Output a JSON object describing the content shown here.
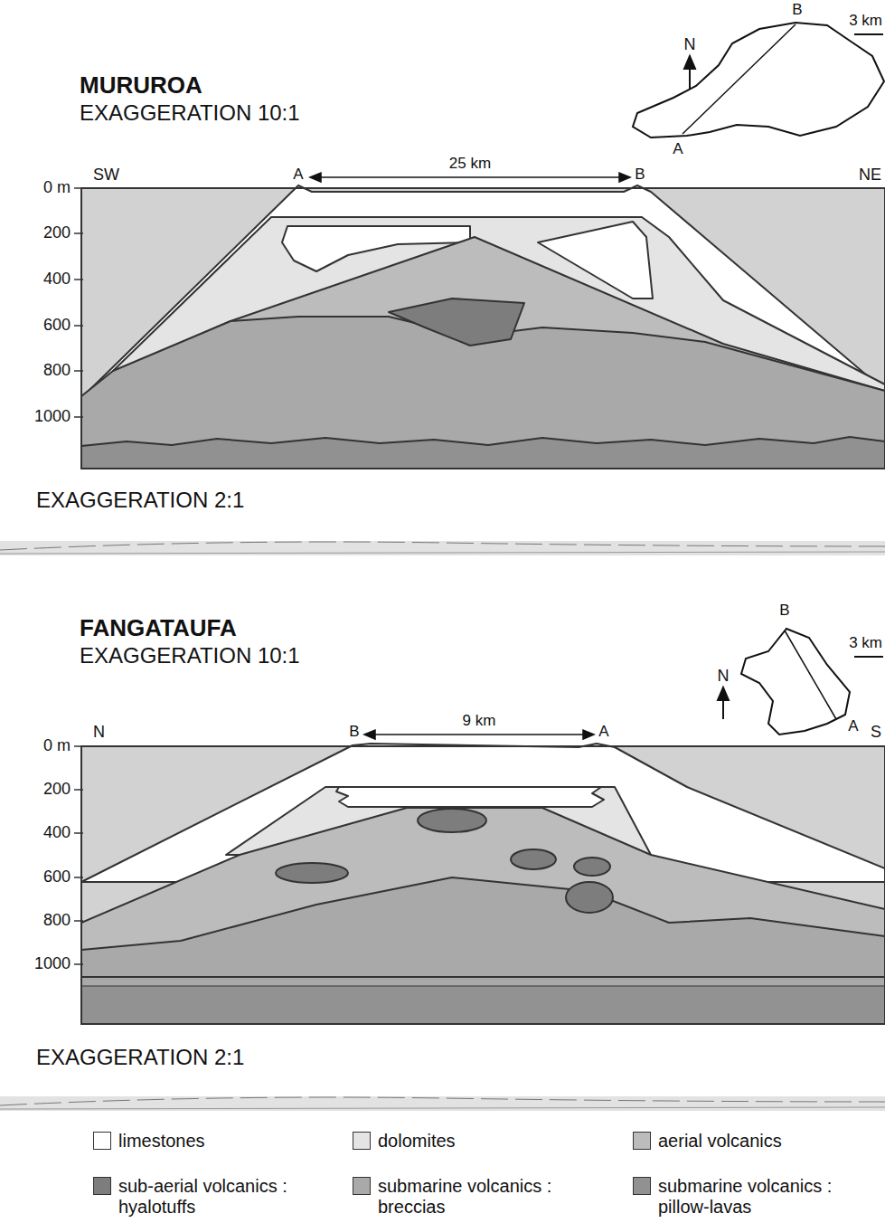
{
  "diagram": {
    "labels": [
      "MURUROA",
      "EXAGGERATION 10:1",
      "N",
      "B",
      "3 km",
      "A",
      "SW",
      "A",
      "25 km",
      "B",
      "NE",
      "0 m",
      "200",
      "400",
      "600",
      "800",
      "1000",
      "EXAGGERATION 2:1",
      "FANGATAUFA",
      "EXAGGERATION 10:1",
      "B",
      "3 km",
      "N",
      "A",
      "N",
      "B",
      "9 km",
      "A",
      "S",
      "0 m",
      "200",
      "400",
      "600",
      "800",
      "1000",
      "EXAGGERATION 2:1"
    ],
    "legend": [
      {
        "text": "limestones",
        "color": "#ffffff"
      },
      {
        "text": "dolomites",
        "color": "#e4e4e4"
      },
      {
        "text": "aerial volcanics",
        "color": "#bcbcbc"
      },
      {
        "text": "sub-aerial volcanics : hyalotuffs",
        "color": "#7d7d7d"
      },
      {
        "text": "submarine volcanics : breccias",
        "color": "#a9a9a9"
      },
      {
        "text": "submarine volcanics : pillow-lavas",
        "color": "#919191"
      }
    ]
  }
}
